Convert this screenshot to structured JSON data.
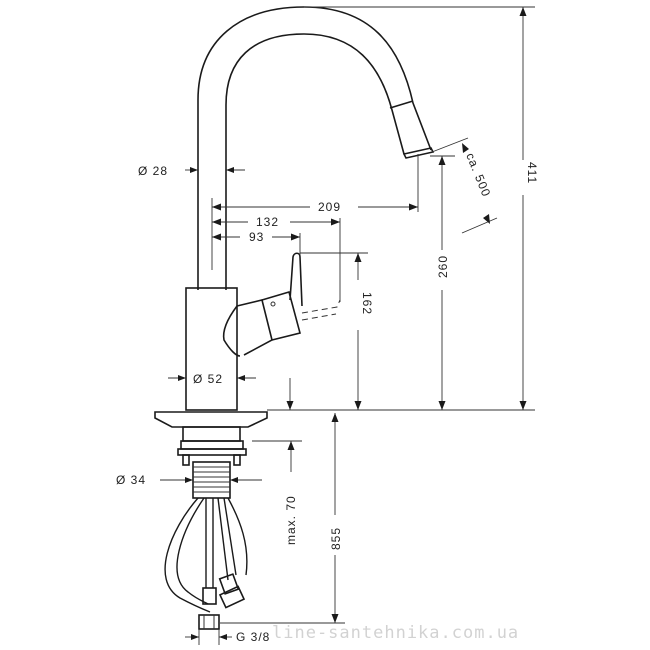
{
  "drawing": {
    "subject": "Kitchen mixer faucet with pull-out spout — dimensional drawing",
    "units": "mm",
    "dimensions": {
      "spout_pipe_diameter": "Ø 28",
      "body_diameter": "Ø 52",
      "shank_diameter": "Ø 34",
      "spout_reach": "209",
      "handle_reach": "132",
      "lever_reach": "93",
      "handle_height": "162",
      "spout_outlet_height": "260",
      "total_height": "411",
      "pullout_length": "ca. 500",
      "max_deck_thickness": "max. 70",
      "hose_length": "855",
      "connection_thread": "G 3/8"
    }
  },
  "watermark": "line-santehnika.com.ua"
}
